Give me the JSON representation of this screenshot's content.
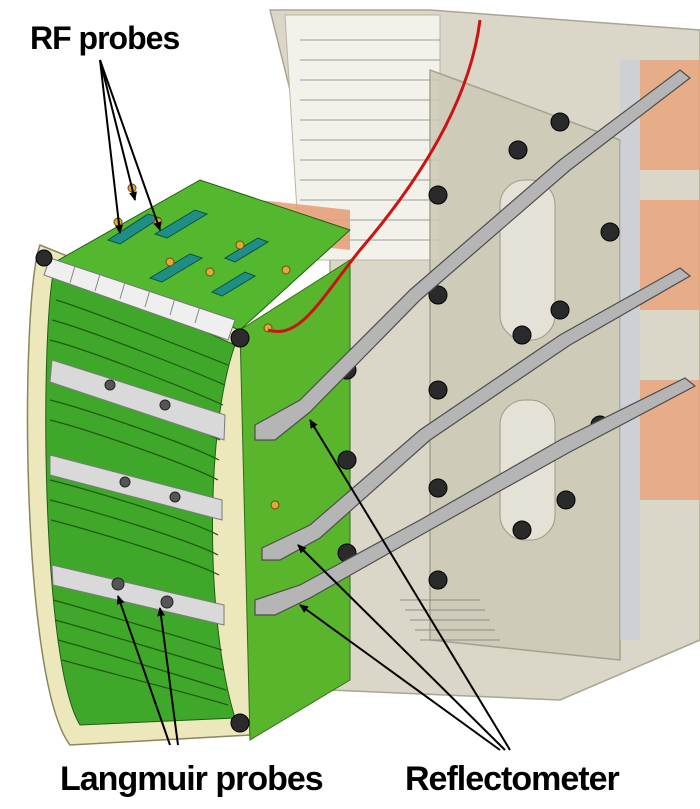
{
  "labels": {
    "rf_probes": "RF probes",
    "langmuir_probes": "Langmuir probes",
    "reflectometer": "Reflectometer"
  },
  "colors": {
    "green_tile": "#3fae2a",
    "green_light": "#a8d84a",
    "frame_beige": "#e8e4b8",
    "structure_grey": "#d6d3c4",
    "plate_grey": "#c9c6b4",
    "bolt": "#2a2a2a",
    "rail": "#8f8f8f",
    "copper": "#e8a07a",
    "red_cable": "#d01010",
    "teal_probe": "#1f8f86",
    "arrow": "#000000"
  }
}
